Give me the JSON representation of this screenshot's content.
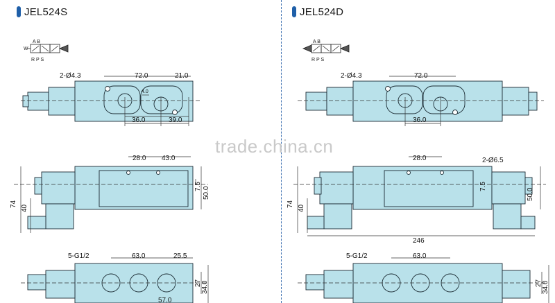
{
  "left": {
    "title": "JEL524S",
    "symbol_top": "A B",
    "symbol_bottom": "R P S",
    "symbol_w": "W",
    "hole": "2-Ø4.3",
    "d_72": "72.0",
    "d_21": "21.0",
    "d_4": "4.0",
    "d_36": "36.0",
    "d_39": "39.0",
    "d_28": "28.0",
    "d_43": "43.0",
    "d_75": "7.5",
    "d_50": "50.0",
    "d_74": "74",
    "d_40": "40",
    "port": "5-G1/2",
    "d_63": "63.0",
    "d_255": "25.5",
    "d_27": "27",
    "d_34": "34.0",
    "d_57": "57.0"
  },
  "right": {
    "title": "JEL524D",
    "symbol_top": "A B",
    "symbol_bottom": "R P S",
    "hole": "2-Ø4.3",
    "d_72": "72.0",
    "d_36": "36.0",
    "d_28": "28.0",
    "hole2": "2-Ø6.5",
    "d_75": "7.5",
    "d_50": "50.0",
    "d_74": "74",
    "d_40": "40",
    "d_246": "246",
    "port": "5-G1/2",
    "d_63": "63.0",
    "d_27": "27",
    "d_34": "34.0"
  },
  "watermark": "trade.china.cn",
  "colors": {
    "body_fill": "#b9e1ea",
    "outline": "#1b2b33",
    "accent": "#1f5fa8",
    "divider": "#3b6fb0"
  }
}
